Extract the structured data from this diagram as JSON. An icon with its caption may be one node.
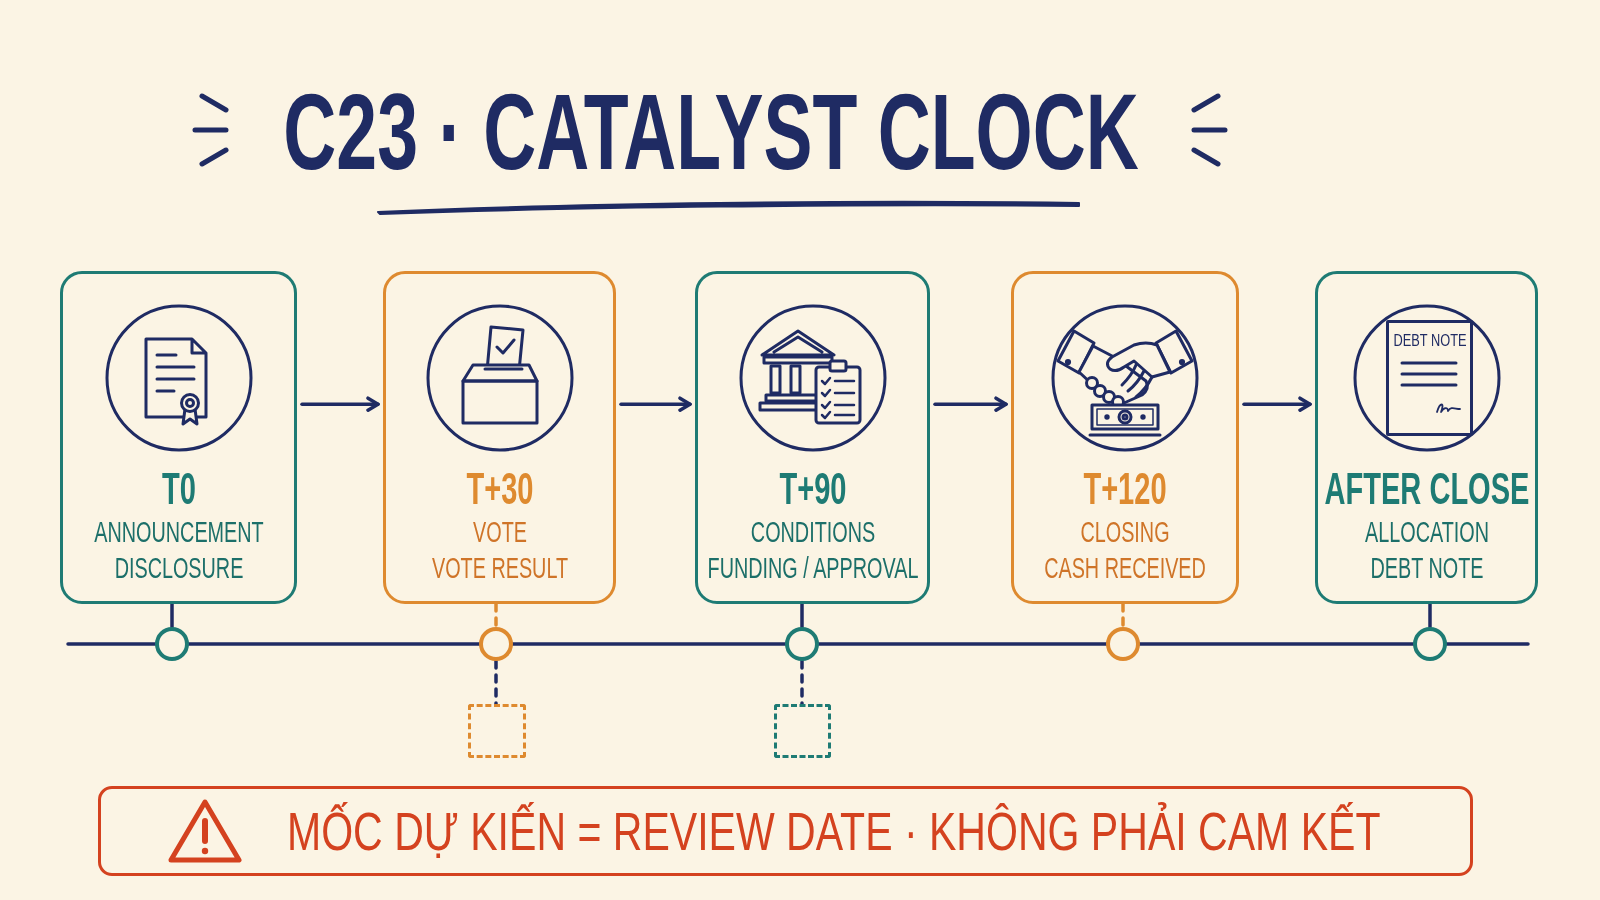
{
  "diagram": {
    "title": "C23 · CATALYST CLOCK",
    "nodes": [
      {
        "text": [
          "T0",
          "ANNOUNCEMENT",
          "DISCLOSURE"
        ]
      },
      {
        "text": [
          "T+30",
          "VOTE",
          "VOTE RESULT"
        ]
      },
      {
        "text": [
          "T+90",
          "CONDITIONS",
          "FUNDING / APPROVAL"
        ]
      },
      {
        "text": [
          "T+120",
          "CLOSING",
          "CASH RECEIVED"
        ]
      },
      {
        "text": [
          "AFTER CLOSE",
          "ALLOCATION",
          "DEBT NOTE"
        ]
      },
      {
        "text": [
          "DEBT NOTE"
        ],
        "in": 4
      },
      {
        "text": [],
        "shape": "circle"
      },
      {
        "text": [],
        "shape": "circle"
      },
      {
        "text": [],
        "shape": "circle"
      },
      {
        "text": [],
        "shape": "circle"
      },
      {
        "text": [],
        "shape": "circle"
      },
      {
        "text": [],
        "shape": "box"
      },
      {
        "text": [],
        "shape": "box"
      },
      {
        "text": [
          "MỐC DỰ KIẾN = REVIEW DATE · KHÔNG PHẢI CAM KẾT"
        ]
      }
    ],
    "edges": [
      {
        "from": 0,
        "to": 1,
        "arrow": "to"
      },
      {
        "from": 1,
        "to": 2,
        "arrow": "to"
      },
      {
        "from": 2,
        "to": 3,
        "arrow": "to"
      },
      {
        "from": 3,
        "to": 4,
        "arrow": "to"
      },
      {
        "from": 0,
        "to": 6,
        "arrow": "none"
      },
      {
        "from": 1,
        "to": 7,
        "arrow": "none",
        "style": "dashed",
        "color": "#de8a2f"
      },
      {
        "from": 2,
        "to": 8,
        "arrow": "none"
      },
      {
        "from": 3,
        "to": 9,
        "arrow": "none",
        "style": "dashed",
        "color": "#de8a2f"
      },
      {
        "from": 4,
        "to": 10,
        "arrow": "none"
      },
      {
        "from": 7,
        "to": 11,
        "arrow": "none",
        "style": "dashed"
      },
      {
        "from": 8,
        "to": 12,
        "arrow": "none",
        "style": "dashed"
      }
    ]
  }
}
